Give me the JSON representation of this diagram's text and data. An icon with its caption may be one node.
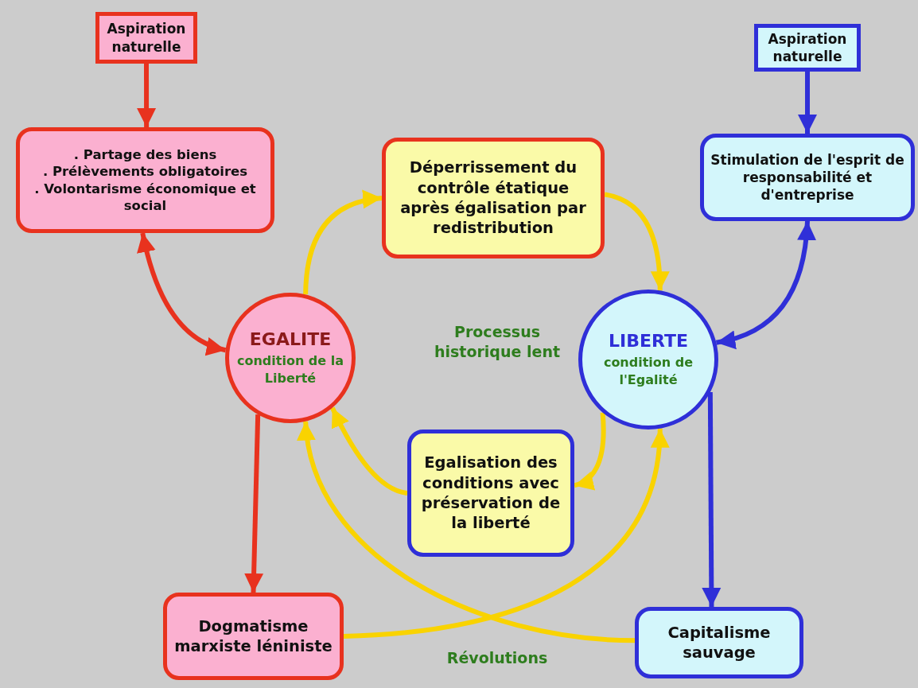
{
  "diagram": {
    "nodes": [
      {
        "text": [
          "Aspiration naturelle"
        ]
      },
      {
        "text": [
          ". Partage des biens",
          ". Prélèvements obligatoires",
          ". Volontarisme économique et social"
        ]
      },
      {
        "text": [
          "Déperrissement du contrôle étatique après égalisation par redistribution"
        ]
      },
      {
        "text": [
          "Aspiration naturelle"
        ]
      },
      {
        "text": [
          "Stimulation de l'esprit de responsabilité et d'entreprise"
        ]
      },
      {
        "text": [
          "EGALITE",
          "condition de la Liberté"
        ]
      },
      {
        "text": [
          "LIBERTE",
          "condition de l'Egalité"
        ]
      },
      {
        "text": [
          "Egalisation des conditions avec préservation de la liberté"
        ]
      },
      {
        "text": [
          "Dogmatisme marxiste léniniste"
        ]
      },
      {
        "text": [
          "Capitalisme sauvage"
        ]
      }
    ],
    "edges": [
      {
        "from": 0,
        "to": 1,
        "arrow": "to",
        "color": "#e8321e"
      },
      {
        "from": 1,
        "to": 5,
        "arrow": "both",
        "color": "#e8321e"
      },
      {
        "from": 5,
        "to": 2,
        "arrow": "to"
      },
      {
        "from": 2,
        "to": 6,
        "arrow": "to"
      },
      {
        "from": 4,
        "to": 6,
        "arrow": "both",
        "color": "#2f2fd8"
      },
      {
        "from": 3,
        "to": 4,
        "arrow": "to",
        "color": "#2f2fd8"
      },
      {
        "from": 6,
        "to": 7,
        "arrow": "to"
      },
      {
        "from": 7,
        "to": 5,
        "arrow": "to"
      },
      {
        "from": 5,
        "to": 8,
        "arrow": "to",
        "color": "#e8321e"
      },
      {
        "from": 6,
        "to": 9,
        "arrow": "to",
        "color": "#2f2fd8"
      },
      {
        "from": 8,
        "to": 6,
        "arrow": "to"
      },
      {
        "from": 9,
        "to": 5,
        "arrow": "to"
      }
    ],
    "labels": [
      "Processus historique lent",
      "Révolutions"
    ]
  }
}
